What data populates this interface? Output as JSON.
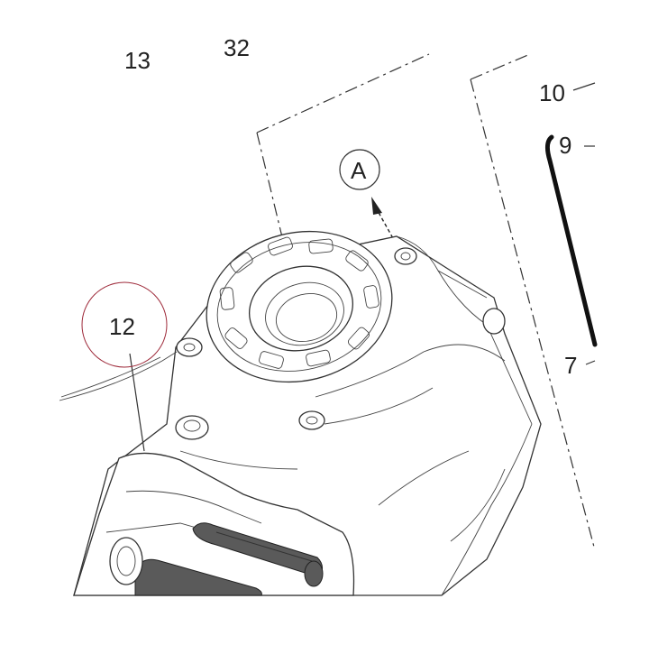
{
  "labels": {
    "l13": "13",
    "l32": "32",
    "l10": "10",
    "l9": "9",
    "l7": "7",
    "l12": "12",
    "lA": "A"
  },
  "colors": {
    "highlight_circle": "#9e2a3a",
    "line": "#333333",
    "grip": "#5a5a5a"
  }
}
